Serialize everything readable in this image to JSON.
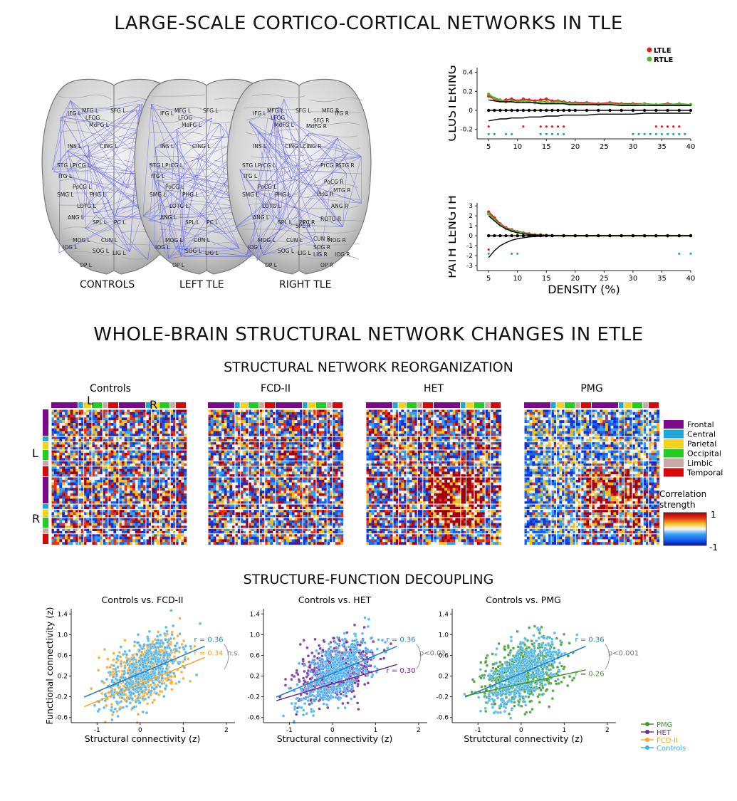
{
  "titles": {
    "top": "LARGE-SCALE CORTICO-CORTICAL NETWORKS IN TLE",
    "middle": "WHOLE-BRAIN STRUCTURAL NETWORK CHANGES IN ETLE",
    "reorg": "STRUCTURAL NETWORK REORGANIZATION",
    "decoupling": "STRUCTURE-FUNCTION DECOUPLING"
  },
  "brains": {
    "labels": [
      "CONTROLS",
      "LEFT TLE",
      "RIGHT TLE"
    ],
    "regions_left": [
      "MFG L",
      "SFG L",
      "IFG L",
      "LFOG",
      "MdFG L",
      "INS L",
      "CING L",
      "STG L",
      "PrCG L",
      "ITG L",
      "PoCG L",
      "SMG L",
      "PHG L",
      "LOTG L",
      "ANG L",
      "SPL L",
      "PC L",
      "MOG L",
      "CUN L",
      "IOG L",
      "SOG L",
      "LIG L",
      "OP L"
    ],
    "regions_right": [
      "MFG R",
      "IFG R",
      "SFG R",
      "MdFG R",
      "CING R",
      "PrCG R",
      "STG R",
      "PoCG R",
      "MTG R",
      "PHG R",
      "ANG R",
      "ROTG R",
      "MOG R",
      "SOG R",
      "LIG R",
      "IOG R",
      "OP R",
      "CUN R",
      "PC R",
      "SPL R"
    ]
  },
  "chart_data": [
    {
      "type": "line",
      "name": "clustering",
      "ylabel": "CLUSTERING",
      "xlabel": "",
      "xlim": [
        3,
        40
      ],
      "ylim": [
        -0.3,
        0.45
      ],
      "yticks": [
        0.4,
        0.2,
        0,
        -0.2
      ],
      "xticks": [
        5,
        10,
        15,
        20,
        25,
        30,
        35,
        40
      ],
      "legend": [
        "LTLE",
        "RTLE"
      ],
      "legend_colors": [
        "#e02020",
        "#5cb030"
      ],
      "x": [
        5,
        6,
        7,
        8,
        9,
        10,
        11,
        12,
        13,
        14,
        15,
        16,
        17,
        18,
        19,
        20,
        22,
        24,
        26,
        28,
        30,
        32,
        34,
        36,
        38,
        40
      ],
      "series": [
        {
          "name": "LTLE",
          "color": "#e02020",
          "values": [
            0.15,
            0.12,
            0.1,
            0.11,
            0.12,
            0.1,
            0.12,
            0.11,
            0.1,
            0.11,
            0.12,
            0.1,
            0.1,
            0.09,
            0.08,
            0.08,
            0.08,
            0.07,
            0.08,
            0.07,
            0.07,
            0.07,
            0.06,
            0.07,
            0.06,
            0.06
          ]
        },
        {
          "name": "RTLE",
          "color": "#5cb030",
          "values": [
            0.17,
            0.13,
            0.11,
            0.09,
            0.1,
            0.09,
            0.1,
            0.09,
            0.08,
            0.09,
            0.09,
            0.08,
            0.09,
            0.08,
            0.07,
            0.07,
            0.07,
            0.06,
            0.07,
            0.06,
            0.06,
            0.07,
            0.06,
            0.06,
            0.07,
            0.06
          ]
        },
        {
          "name": "",
          "color": "#000000",
          "values": [
            0.11,
            0.1,
            0.09,
            0.09,
            0.09,
            0.08,
            0.08,
            0.08,
            0.08,
            0.07,
            0.07,
            0.07,
            0.07,
            0.07,
            0.06,
            0.06,
            0.06,
            0.06,
            0.06,
            0.05,
            0.05,
            0.05,
            0.05,
            0.05,
            0.05,
            0.05
          ]
        },
        {
          "name": "",
          "color": "#000000",
          "values": [
            0,
            0,
            0,
            0,
            0,
            0,
            0,
            0,
            0,
            0,
            0,
            0,
            0,
            0,
            0,
            0,
            0,
            0,
            0,
            0,
            0,
            0,
            0,
            0,
            0,
            0
          ]
        },
        {
          "name": "",
          "color": "#000000",
          "values": [
            -0.11,
            -0.1,
            -0.09,
            -0.09,
            -0.08,
            -0.08,
            -0.08,
            -0.07,
            -0.07,
            -0.07,
            -0.06,
            -0.06,
            -0.06,
            -0.05,
            -0.05,
            -0.05,
            -0.05,
            -0.04,
            -0.04,
            -0.04,
            -0.04,
            -0.03,
            -0.03,
            -0.03,
            -0.03,
            -0.03
          ]
        }
      ],
      "sig_markers": [
        {
          "color": "#e02020",
          "y": -0.17,
          "x": [
            5,
            11,
            14,
            15,
            16,
            17,
            18,
            34,
            35,
            36,
            37,
            38
          ]
        },
        {
          "color": "#20b0a0",
          "y": -0.25,
          "x": [
            5,
            6,
            8,
            9,
            14,
            15,
            16,
            17,
            18,
            30,
            31,
            32,
            33,
            34,
            35,
            36,
            37,
            38,
            39
          ]
        }
      ]
    },
    {
      "type": "line",
      "name": "path-length",
      "ylabel": "PATH LENGTH",
      "xlabel": "DENSITY (%)",
      "xlim": [
        3,
        40
      ],
      "ylim": [
        -3.5,
        3.3
      ],
      "yticks": [
        3,
        2,
        1,
        0,
        -1,
        -2,
        -3
      ],
      "xticks": [
        5,
        10,
        15,
        20,
        25,
        30,
        35,
        40
      ],
      "x": [
        5,
        6,
        7,
        8,
        9,
        10,
        11,
        12,
        13,
        14,
        15,
        16,
        18,
        20,
        22,
        24,
        26,
        28,
        30,
        32,
        34,
        36,
        38,
        40
      ],
      "series": [
        {
          "name": "LTLE",
          "color": "#e02020",
          "values": [
            2.4,
            1.8,
            1.2,
            0.8,
            0.6,
            0.4,
            0.3,
            0.2,
            0.1,
            0.1,
            0.05,
            0.02,
            0,
            0,
            0,
            0,
            0,
            0,
            0,
            0,
            0,
            0,
            0,
            0
          ]
        },
        {
          "name": "RTLE",
          "color": "#5cb030",
          "values": [
            2.2,
            1.6,
            1.1,
            0.7,
            0.5,
            0.35,
            0.25,
            0.15,
            0.1,
            0.05,
            0.02,
            0,
            0,
            0,
            0,
            0,
            0,
            0,
            0,
            0,
            0,
            0,
            0,
            0
          ]
        },
        {
          "name": "",
          "color": "#000000",
          "values": [
            2.0,
            1.5,
            1.0,
            0.7,
            0.45,
            0.3,
            0.2,
            0.12,
            0.08,
            0.05,
            0.02,
            0,
            0,
            0,
            0,
            0,
            0,
            0,
            0,
            0,
            0,
            0,
            0,
            0
          ]
        },
        {
          "name": "",
          "color": "#000000",
          "values": [
            0,
            0,
            0,
            0,
            0,
            0,
            0,
            0,
            0,
            0,
            0,
            0,
            0,
            0,
            0,
            0,
            0,
            0,
            0,
            0,
            0,
            0,
            0,
            0
          ]
        },
        {
          "name": "",
          "color": "#000000",
          "values": [
            -2.2,
            -1.5,
            -1.0,
            -0.7,
            -0.45,
            -0.3,
            -0.2,
            -0.12,
            -0.08,
            -0.05,
            -0.02,
            0,
            0,
            0,
            0,
            0,
            0,
            0,
            0,
            0,
            0,
            0,
            0,
            0
          ]
        }
      ],
      "sig_markers": [
        {
          "color": "#e02020",
          "y": -1.4,
          "x": [
            5
          ]
        },
        {
          "color": "#20b0a0",
          "y": -1.8,
          "x": [
            5,
            9,
            10,
            38,
            40
          ]
        }
      ]
    },
    {
      "type": "heatmap",
      "panels": [
        "Controls",
        "FCD-II",
        "HET",
        "PMG"
      ],
      "hemisphere_labels": [
        "L",
        "R"
      ],
      "groups": [
        {
          "name": "Frontal",
          "color": "#7a0a8a",
          "size": 10
        },
        {
          "name": "Central",
          "color": "#1ea8d8",
          "size": 2
        },
        {
          "name": "Parietal",
          "color": "#f2d21a",
          "size": 3
        },
        {
          "name": "Occipital",
          "color": "#22cc22",
          "size": 4
        },
        {
          "name": "Limbic",
          "color": "#c8a8a8",
          "size": 2
        },
        {
          "name": "Temporal",
          "color": "#d40a0a",
          "size": 4
        }
      ],
      "colorbar": {
        "label": "Correlation strength",
        "max": "1",
        "min": "-1"
      }
    },
    {
      "type": "scatter",
      "panels": [
        {
          "title": "Controls vs. FCD-II",
          "group": "FCD-II",
          "color": "#f5a623",
          "r_controls": "r = 0.36",
          "r_group": "r = 0.34",
          "p": "n.s.",
          "slope_group": 0.34
        },
        {
          "title": "Controls vs. HET",
          "group": "HET",
          "color": "#6a2a9a",
          "r_controls": "r = 0.36",
          "r_group": "r = 0.30",
          "p": "p<0.02",
          "slope_group": 0.25
        },
        {
          "title": "Controls vs. PMG",
          "group": "PMG",
          "color": "#3a9a2a",
          "r_controls": "r = 0.36",
          "r_group": "r = 0.26",
          "p": "p<0.001",
          "slope_group": 0.18
        }
      ],
      "xlabel": "Structural connectivity (z)",
      "xlabel_alt": "Strutctural connectivity (z)",
      "ylabel": "Functional connectivity (z)",
      "xlim": [
        -1.6,
        2.2
      ],
      "ylim": [
        -0.7,
        1.5
      ],
      "xticks": [
        -1,
        0,
        1,
        2
      ],
      "yticks": [
        1.4,
        1.0,
        0.6,
        0.2,
        -0.2,
        -0.6
      ],
      "controls_color": "#3fb0ee",
      "slope_controls": 0.5,
      "legend": [
        {
          "name": "PMG",
          "color": "#3a9a2a"
        },
        {
          "name": "HET",
          "color": "#6a2a9a"
        },
        {
          "name": "FCD-II",
          "color": "#f5a623"
        },
        {
          "name": "Controls",
          "color": "#3fb0ee"
        }
      ]
    }
  ]
}
